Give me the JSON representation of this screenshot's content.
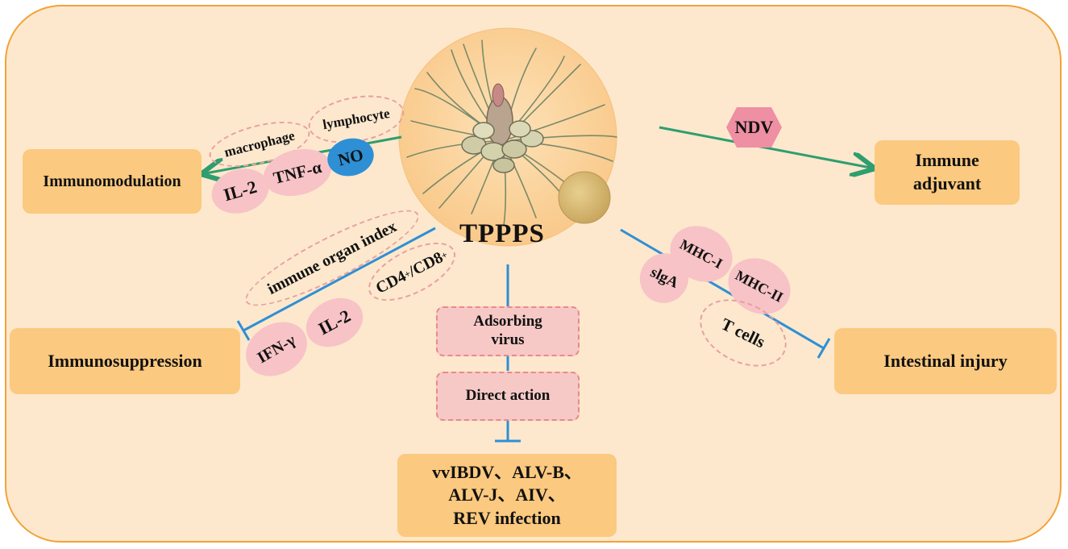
{
  "center": {
    "label": "TPPPS"
  },
  "outcomes": {
    "immunomodulation": "Immunomodulation",
    "immune_adjuvant_line1": "Immune",
    "immune_adjuvant_line2": "adjuvant",
    "immunosuppression": "Immunosuppression",
    "intestinal_injury": "Intestinal injury",
    "infection_line1": "vvIBDV、ALV-B、",
    "infection_line2": "ALV-J、AIV、",
    "infection_line3": "REV infection"
  },
  "immunomodulation_factors": {
    "macrophage": "macrophage",
    "lymphocyte": "lymphocyte",
    "il2": "IL-2",
    "tnf": "TNF-α",
    "no": "NO"
  },
  "adjuvant_factor": {
    "ndv": "NDV"
  },
  "immunosuppression_factors": {
    "organ_index": "immune organ index",
    "cd4": "CD4",
    "cd8": "CD8",
    "sup_plus": "+",
    "sep": "/",
    "ifn": "IFN-γ",
    "il2": "IL-2"
  },
  "intestinal_factors": {
    "mhc1": "MHC-I",
    "mhc2": "MHC-II",
    "siga": "slgA",
    "tcells": "T cells"
  },
  "antiviral_mechanisms": {
    "adsorbing_line1": "Adsorbing",
    "adsorbing_line2": "virus",
    "direct_action": "Direct action"
  },
  "colors": {
    "frame_border": "#f2a33a",
    "frame_fill": "#fde8cd",
    "outcome_box": "#fbc97f",
    "promote_arrow": "#2e9e6e",
    "inhibit_line": "#2e8fd5",
    "factor_fill": "#f7c3c6",
    "factor_dash": "#e8898a",
    "ndv_fill": "#ee8fa3",
    "no_fill": "#2e8fd5"
  }
}
